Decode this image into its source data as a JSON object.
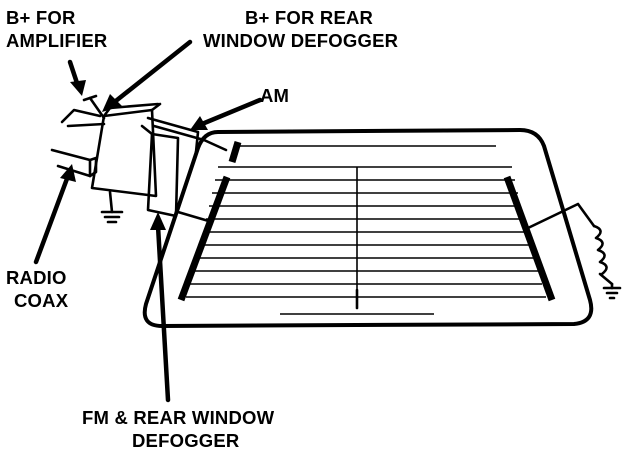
{
  "labels": {
    "b_plus_amplifier": [
      "B+ FOR",
      "AMPLIFIER"
    ],
    "b_plus_defogger": [
      "B+ FOR REAR",
      "WINDOW DEFOGGER"
    ],
    "am": "AM",
    "radio_coax": [
      "RADIO",
      "COAX"
    ],
    "fm_defogger": [
      "FM & REAR WINDOW",
      "DEFOGGER"
    ]
  },
  "colors": {
    "ink": "#000000",
    "paper": "#ffffff"
  },
  "icons": [
    "ground-symbol-icon",
    "coil-icon",
    "arrow-icon"
  ]
}
